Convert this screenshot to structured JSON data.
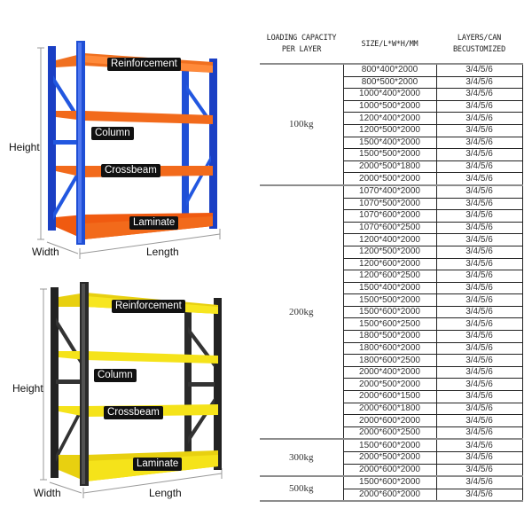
{
  "shelves": [
    {
      "variant": "blue-orange",
      "frame_color": "#1f4fd6",
      "beam_color": "#f26a1b",
      "labels": {
        "reinforcement": "Reinforcement",
        "column": "Column",
        "crossbeam": "Crossbeam",
        "laminate": "Laminate"
      },
      "dimensions": {
        "height": "Height",
        "width": "Width",
        "length": "Length"
      }
    },
    {
      "variant": "black-yellow",
      "frame_color": "#2a2a2a",
      "beam_color": "#f5e31a",
      "labels": {
        "reinforcement": "Reinforcement",
        "column": "Column",
        "crossbeam": "Crossbeam",
        "laminate": "Laminate"
      },
      "dimensions": {
        "height": "Height",
        "width": "Width",
        "length": "Length"
      }
    }
  ],
  "table": {
    "headers": {
      "capacity_line1": "LOADING CAPACITY",
      "capacity_line2": "PER LAYER",
      "size": "SIZE/L*W*H/MM",
      "layers_line1": "LAYERS/CAN",
      "layers_line2": "BECUSTOMIZED"
    },
    "groups": [
      {
        "capacity": "100kg",
        "rows": [
          {
            "size": "800*400*2000",
            "layers": "3/4/5/6"
          },
          {
            "size": "800*500*2000",
            "layers": "3/4/5/6"
          },
          {
            "size": "1000*400*2000",
            "layers": "3/4/5/6"
          },
          {
            "size": "1000*500*2000",
            "layers": "3/4/5/6"
          },
          {
            "size": "1200*400*2000",
            "layers": "3/4/5/6"
          },
          {
            "size": "1200*500*2000",
            "layers": "3/4/5/6"
          },
          {
            "size": "1500*400*2000",
            "layers": "3/4/5/6"
          },
          {
            "size": "1500*500*2000",
            "layers": "3/4/5/6"
          },
          {
            "size": "2000*500*1800",
            "layers": "3/4/5/6"
          },
          {
            "size": "2000*500*2000",
            "layers": "3/4/5/6"
          }
        ]
      },
      {
        "capacity": "200kg",
        "rows": [
          {
            "size": "1070*400*2000",
            "layers": "3/4/5/6"
          },
          {
            "size": "1070*500*2000",
            "layers": "3/4/5/6"
          },
          {
            "size": "1070*600*2000",
            "layers": "3/4/5/6"
          },
          {
            "size": "1070*600*2500",
            "layers": "3/4/5/6"
          },
          {
            "size": "1200*400*2000",
            "layers": "3/4/5/6"
          },
          {
            "size": "1200*500*2000",
            "layers": "3/4/5/6"
          },
          {
            "size": "1200*600*2000",
            "layers": "3/4/5/6"
          },
          {
            "size": "1200*600*2500",
            "layers": "3/4/5/6"
          },
          {
            "size": "1500*400*2000",
            "layers": "3/4/5/6"
          },
          {
            "size": "1500*500*2000",
            "layers": "3/4/5/6"
          },
          {
            "size": "1500*600*2000",
            "layers": "3/4/5/6"
          },
          {
            "size": "1500*600*2500",
            "layers": "3/4/5/6"
          },
          {
            "size": "1800*500*2000",
            "layers": "3/4/5/6"
          },
          {
            "size": "1800*600*2000",
            "layers": "3/4/5/6"
          },
          {
            "size": "1800*600*2500",
            "layers": "3/4/5/6"
          },
          {
            "size": "2000*400*2000",
            "layers": "3/4/5/6"
          },
          {
            "size": "2000*500*2000",
            "layers": "3/4/5/6"
          },
          {
            "size": "2000*600*1500",
            "layers": "3/4/5/6"
          },
          {
            "size": "2000*600*1800",
            "layers": "3/4/5/6"
          },
          {
            "size": "2000*600*2000",
            "layers": "3/4/5/6"
          },
          {
            "size": "2000*600*2500",
            "layers": "3/4/5/6"
          }
        ]
      },
      {
        "capacity": "300kg",
        "rows": [
          {
            "size": "1500*600*2000",
            "layers": "3/4/5/6"
          },
          {
            "size": "2000*500*2000",
            "layers": "3/4/5/6"
          },
          {
            "size": "2000*600*2000",
            "layers": "3/4/5/6"
          }
        ]
      },
      {
        "capacity": "500kg",
        "rows": [
          {
            "size": "1500*600*2000",
            "layers": "3/4/5/6"
          },
          {
            "size": "2000*600*2000",
            "layers": "3/4/5/6"
          }
        ]
      }
    ]
  }
}
